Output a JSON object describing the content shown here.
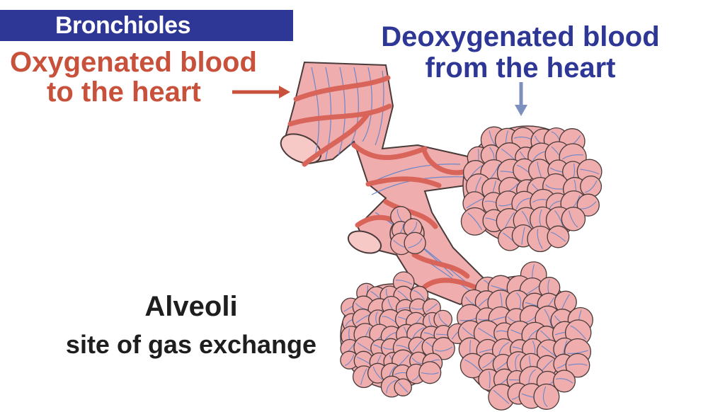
{
  "labels": {
    "bronchioles": "Bronchioles",
    "oxygenated_line1": "Oxygenated blood",
    "oxygenated_line2": "to the heart",
    "deoxygenated_line1": "Deoxygenated blood",
    "deoxygenated_line2": "from the heart",
    "alveoli_title": "Alveoli",
    "alveoli_subtitle": "site of gas exchange"
  },
  "colors": {
    "banner": "#2e3796",
    "oxygenated_text": "#c8513c",
    "deoxygenated_text": "#2e3796",
    "alveoli_text": "#1e1e1e",
    "tissue_fill": "#efadad",
    "tissue_outline": "#4a3a3a",
    "artery_band": "#d9645a",
    "capillary": "#6c87c9",
    "deoxy_arrow": "#7d8fbf",
    "oxy_arrow": "#c8513c"
  }
}
